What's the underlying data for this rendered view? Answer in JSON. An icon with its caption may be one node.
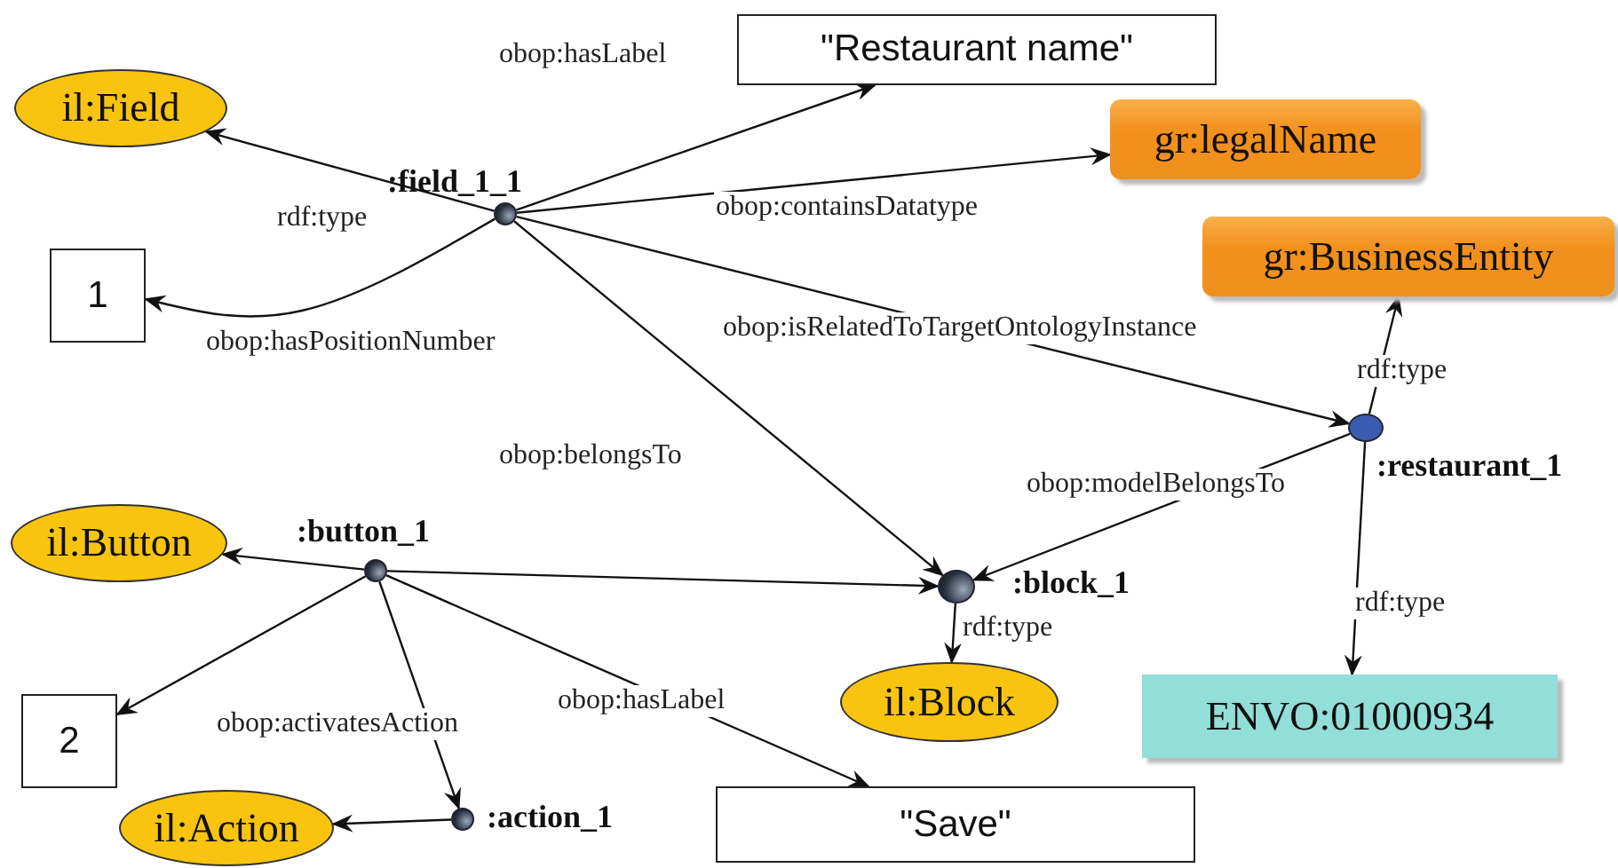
{
  "diagram": {
    "nodes": [
      {
        "text": [
          "\"Restaurant name\""
        ]
      },
      {
        "text": [
          "il:Field"
        ]
      },
      {
        "text": [],
        "shape": "circle",
        "beside": [
          ":field_1_1"
        ]
      },
      {
        "text": [
          "gr:legalName"
        ]
      },
      {
        "text": [
          "1"
        ]
      },
      {
        "text": [
          "gr:BusinessEntity"
        ]
      },
      {
        "text": [],
        "shape": "circle",
        "beside": [
          ":restaurant_1"
        ]
      },
      {
        "text": [
          "il:Button"
        ]
      },
      {
        "text": [],
        "shape": "circle",
        "beside": [
          ":button_1"
        ]
      },
      {
        "text": [],
        "shape": "circle",
        "beside": [
          ":block_1"
        ]
      },
      {
        "text": [
          "il:Block"
        ]
      },
      {
        "text": [
          "2"
        ]
      },
      {
        "text": [
          "ENVO:01000934"
        ]
      },
      {
        "text": [
          "il:Action"
        ]
      },
      {
        "text": [],
        "shape": "circle",
        "beside": [
          ":action_1"
        ]
      },
      {
        "text": [
          "\"Save\""
        ]
      }
    ],
    "edges": [
      {
        "from": 2,
        "to": 0,
        "arrow": "to",
        "label": "obop:hasLabel"
      },
      {
        "from": 2,
        "to": 1,
        "arrow": "to",
        "label": "rdf:type"
      },
      {
        "from": 2,
        "to": 3,
        "arrow": "to",
        "label": "obop:containsDatatype"
      },
      {
        "from": 2,
        "to": 4,
        "arrow": "to",
        "label": "obop:hasPositionNumber"
      },
      {
        "from": 2,
        "to": 6,
        "arrow": "to",
        "label": "obop:isRelatedToTargetOntologyInstance"
      },
      {
        "from": 6,
        "to": 5,
        "arrow": "to",
        "label": "rdf:type"
      },
      {
        "from": 2,
        "to": 9,
        "arrow": "to",
        "label": "obop:belongsTo"
      },
      {
        "from": 6,
        "to": 9,
        "arrow": "to",
        "label": "obop:modelBelongsTo"
      },
      {
        "from": 8,
        "to": 7,
        "arrow": "to"
      },
      {
        "from": 8,
        "to": 9,
        "arrow": "to"
      },
      {
        "from": 9,
        "to": 10,
        "arrow": "to",
        "label": "rdf:type"
      },
      {
        "from": 6,
        "to": 12,
        "arrow": "to",
        "label": "rdf:type"
      },
      {
        "from": 8,
        "to": 11,
        "arrow": "to"
      },
      {
        "from": 8,
        "to": 14,
        "arrow": "to",
        "label": "obop:activatesAction"
      },
      {
        "from": 8,
        "to": 15,
        "arrow": "to",
        "label": "obop:hasLabel"
      },
      {
        "from": 14,
        "to": 13,
        "arrow": "to"
      }
    ]
  }
}
